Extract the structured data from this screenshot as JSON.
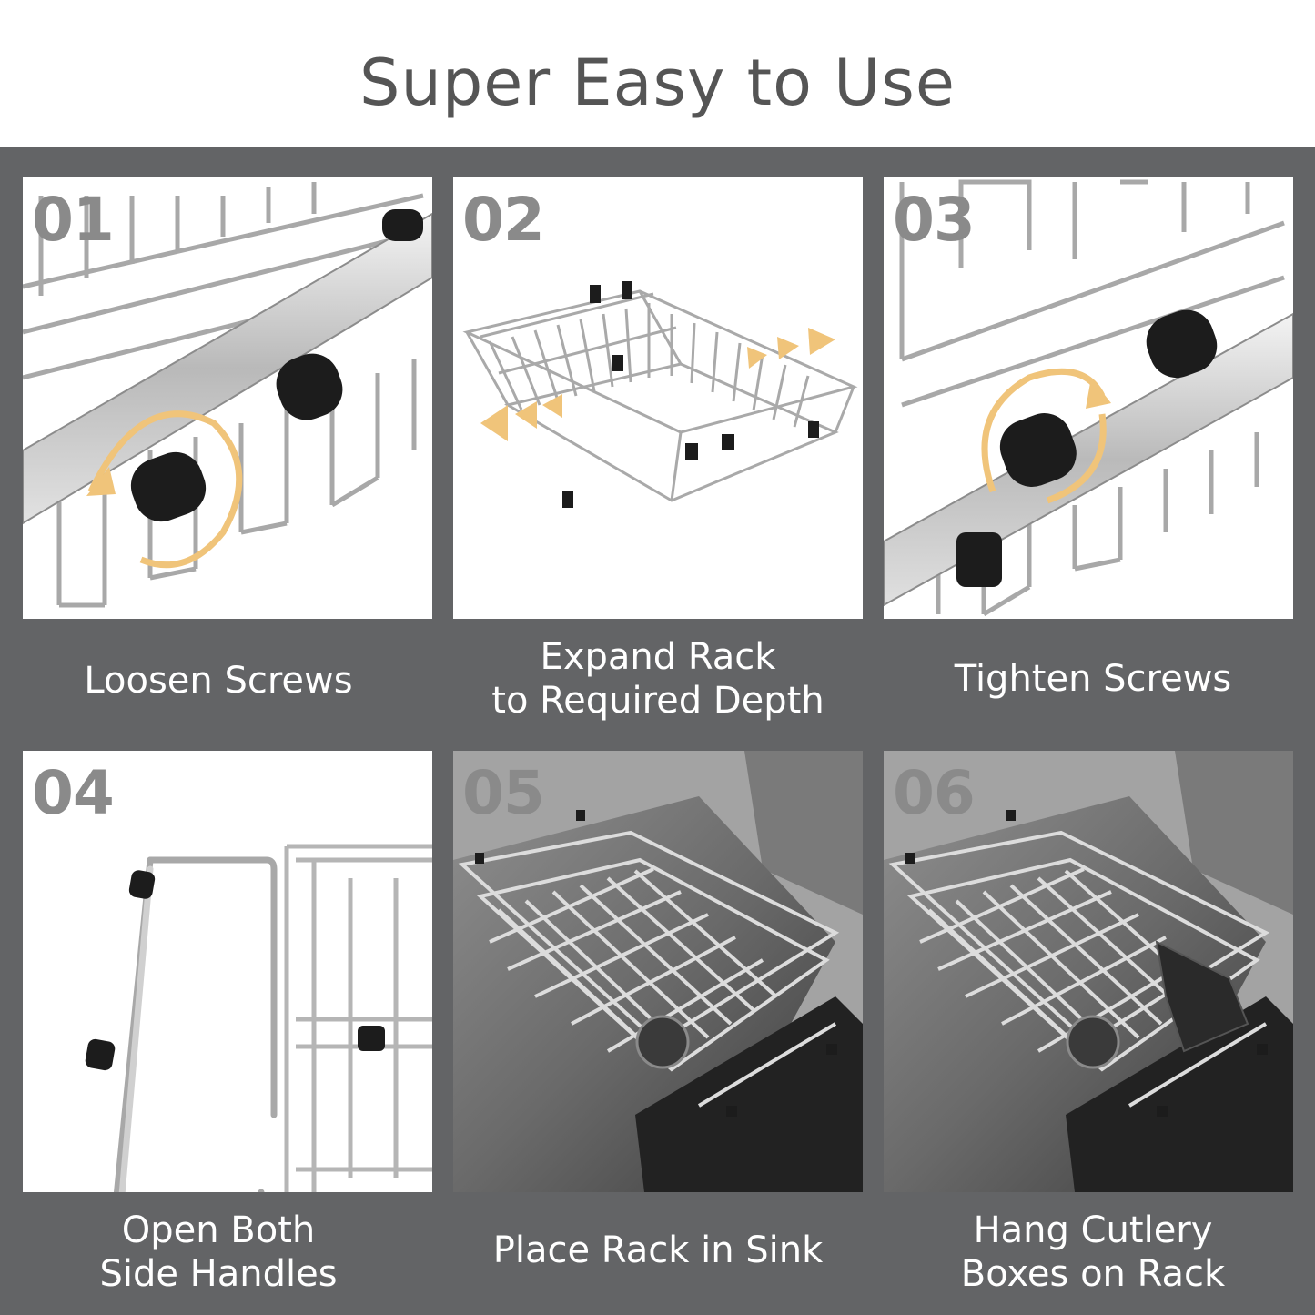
{
  "title": "Super Easy to Use",
  "steps": [
    {
      "number": "01",
      "caption": [
        "Loosen Screws"
      ],
      "image": "rack-screw-loosen"
    },
    {
      "number": "02",
      "caption": [
        "Expand Rack",
        "to Required Depth"
      ],
      "image": "rack-expand"
    },
    {
      "number": "03",
      "caption": [
        "Tighten Screws"
      ],
      "image": "rack-screw-tighten"
    },
    {
      "number": "04",
      "caption": [
        "Open Both",
        "Side Handles"
      ],
      "image": "rack-handle-open"
    },
    {
      "number": "05",
      "caption": [
        "Place Rack in Sink"
      ],
      "image": "rack-in-sink"
    },
    {
      "number": "06",
      "caption": [
        "Hang Cutlery",
        "Boxes on Rack"
      ],
      "image": "rack-with-cutlery-box"
    }
  ],
  "colors": {
    "band": "#636466",
    "title": "#555555",
    "number": "#8a8a8a",
    "arrow": "#f0c47a"
  }
}
